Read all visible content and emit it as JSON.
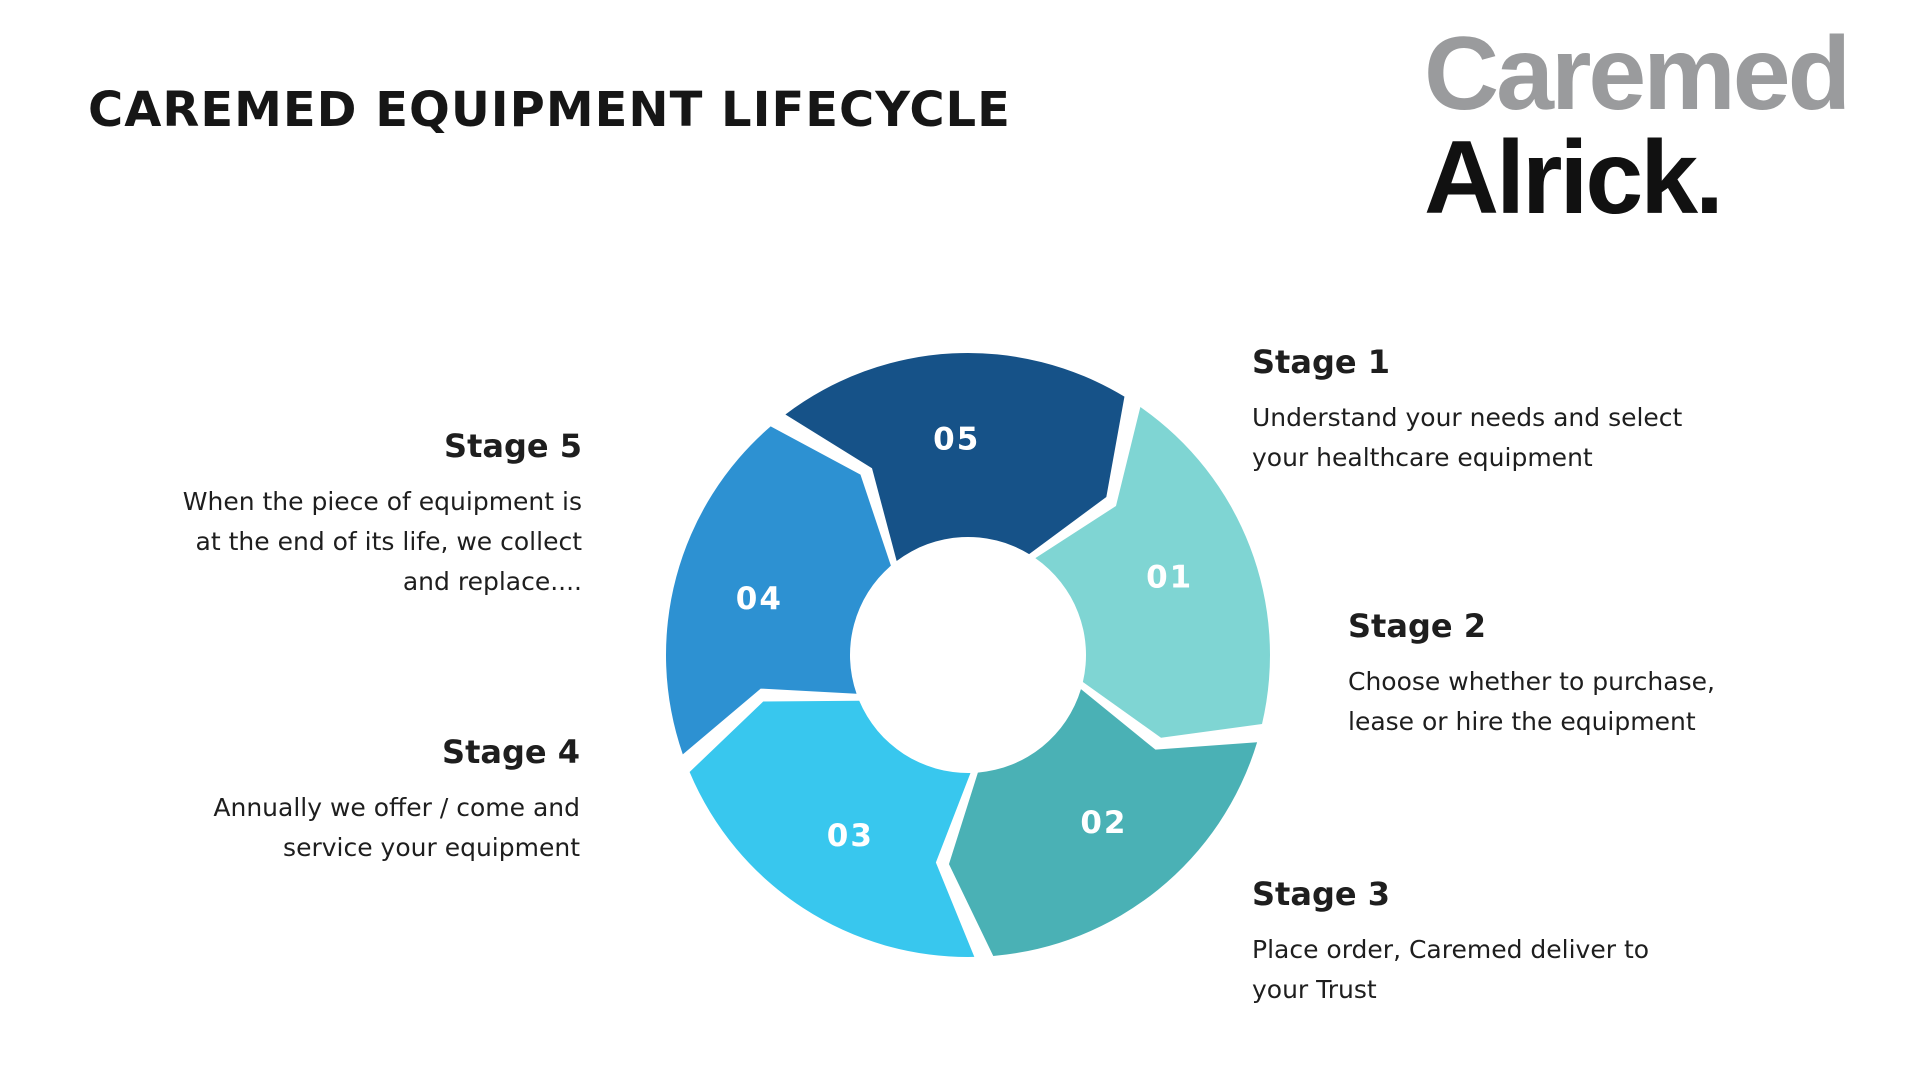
{
  "title": "CAREMED EQUIPMENT LIFECYCLE",
  "logo": {
    "line1": "Caremed",
    "line2": "Alrick.",
    "line1_color": "#9a9b9d",
    "line2_color": "#111111"
  },
  "cycle": [
    {
      "number": "01",
      "color": "#7fd5d3"
    },
    {
      "number": "02",
      "color": "#4ab1b5"
    },
    {
      "number": "03",
      "color": "#38c7ee"
    },
    {
      "number": "04",
      "color": "#2d91d2"
    },
    {
      "number": "05",
      "color": "#165288"
    }
  ],
  "stages": [
    {
      "heading": "Stage 1",
      "lines": [
        "Understand your needs and select",
        "your healthcare equipment"
      ]
    },
    {
      "heading": "Stage 2",
      "lines": [
        "Choose whether to purchase,",
        "lease or hire the equipment"
      ]
    },
    {
      "heading": "Stage 3",
      "lines": [
        "Place order, Caremed deliver to",
        "your Trust"
      ]
    },
    {
      "heading": "Stage 4",
      "lines": [
        "Annually we offer / come and",
        "service your equipment"
      ]
    },
    {
      "heading": "Stage 5",
      "lines": [
        "When the piece of equipment is",
        "at the end of its life, we collect",
        "and replace...."
      ]
    }
  ]
}
